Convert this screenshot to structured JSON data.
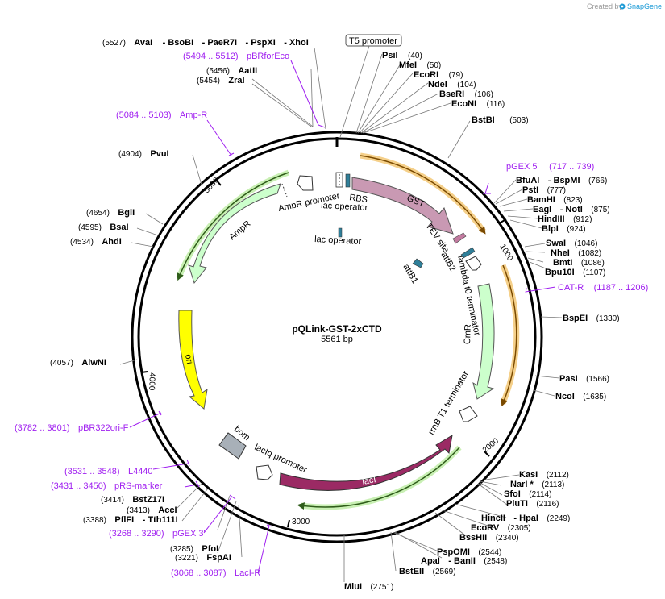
{
  "credit": {
    "prefix": "Created by",
    "brand": "SnapGene"
  },
  "plasmid": {
    "name": "pQLink-GST-2xCTD",
    "size": "5561 bp"
  },
  "ticks": [
    "1000",
    "2000",
    "3000",
    "4000",
    "5000"
  ],
  "site_labels": {
    "t1": [
      "(5527)",
      "AvaI",
      "- BsoBI",
      "- PaeR7I",
      "- PspXI",
      "- XhoI"
    ],
    "t2": [
      "(5494 .. 5512)",
      "pBRforEco"
    ],
    "t3": [
      "(5456)",
      "AatII"
    ],
    "t4": [
      "(5454)",
      "ZraI"
    ],
    "t5": [
      "(5084 .. 5103)",
      "Amp-R"
    ],
    "t6": [
      "(4904)",
      "PvuI"
    ],
    "t7": [
      "(4654)",
      "BglI"
    ],
    "t8": [
      "(4595)",
      "BsaI"
    ],
    "t9": [
      "(4534)",
      "AhdI"
    ],
    "t10": [
      "(4057)",
      "AlwNI"
    ],
    "t11": [
      "(3782 .. 3801)",
      "pBR322ori-F"
    ],
    "t12": [
      "(3531 .. 3548)",
      "L4440"
    ],
    "t13": [
      "(3431 .. 3450)",
      "pRS-marker"
    ],
    "t14": [
      "(3414)",
      "BstZ17I"
    ],
    "t15": [
      "(3413)",
      "AccI"
    ],
    "t16": [
      "(3388)",
      "PflFI",
      "- Tth111I"
    ],
    "t17": [
      "(3268 .. 3290)",
      "pGEX 3'"
    ],
    "t18": [
      "(3285)",
      "PfoI"
    ],
    "t19": [
      "(3221)",
      "FspAI"
    ],
    "t20": [
      "(3068 .. 3087)",
      "LacI-R"
    ],
    "t21": [
      "MluI",
      "(2751)"
    ],
    "t22": [
      "BstEII",
      "(2569)"
    ],
    "t23": [
      "ApaI",
      "- BanII",
      "(2548)"
    ],
    "t24": [
      "PspOMI",
      "(2544)"
    ],
    "t25": [
      "BssHII",
      "(2340)"
    ],
    "t26": [
      "EcoRV",
      "(2305)"
    ],
    "t27": [
      "HincII",
      "- HpaI",
      "(2249)"
    ],
    "t28": [
      "PluTI",
      "(2116)"
    ],
    "t29": [
      "SfoI",
      "(2114)"
    ],
    "t30": [
      "NarI *",
      "(2113)"
    ],
    "t31": [
      "KasI",
      "(2112)"
    ],
    "t32": [
      "NcoI",
      "(1635)"
    ],
    "t33": [
      "PasI",
      "(1566)"
    ],
    "t34": [
      "BspEI",
      "(1330)"
    ],
    "t35": [
      "CAT-R",
      "(1187 .. 1206)"
    ],
    "t36": [
      "Bpu10I",
      "(1107)"
    ],
    "t37": [
      "BmtI",
      "(1086)"
    ],
    "t38": [
      "NheI",
      "(1082)"
    ],
    "t39": [
      "SwaI",
      "(1046)"
    ],
    "t40": [
      "BlpI",
      "(924)"
    ],
    "t41": [
      "HindIII",
      "(912)"
    ],
    "t42": [
      "EagI",
      "- NotI",
      "(875)"
    ],
    "t43": [
      "BamHI",
      "(823)"
    ],
    "t44": [
      "PstI",
      "(777)"
    ],
    "t45": [
      "BfuAI",
      "- BspMI",
      "(766)"
    ],
    "t46": [
      "pGEX 5'",
      "(717 .. 739)"
    ],
    "t47": [
      "BstBI",
      "(503)"
    ],
    "t48": [
      "EcoNI",
      "(116)"
    ],
    "t49": [
      "BseRI",
      "(106)"
    ],
    "t50": [
      "NdeI",
      "(104)"
    ],
    "t51": [
      "EcoRI",
      "(79)"
    ],
    "t52": [
      "MfeI",
      "(50)"
    ],
    "t53": [
      "PsiI",
      "(40)"
    ],
    "t54": [
      "T5 promoter"
    ]
  },
  "features": {
    "gst": "GST",
    "rbs": "RBS",
    "lac_operator_1": "lac operator",
    "lac_operator_2": "lac operator",
    "tev_site": "TEV site",
    "attb1": "attB1",
    "attb2": "attB2",
    "lambda_t0": "lambda t0 terminator",
    "cmr": "CmR",
    "rrnb_t1": "rrnB T1 terminator",
    "laci": "lacI",
    "laciq_promoter": "lacIq promoter",
    "bom": "bom",
    "ori": "ori",
    "ampr": "AmpR",
    "ampr_promoter": "AmpR promoter"
  },
  "colors": {
    "gst": "#c999b3",
    "tev": "#c27ba0",
    "attb": "#2f7f99",
    "cmr": "#ccffcc",
    "laci": "#9b2a64",
    "ori": "#ffff00",
    "ampr": "#ccffcc",
    "bom": "#a8b0b8",
    "primer_orange": "#f5a623",
    "primer_green": "#7fd06a",
    "purple": "#a020f0"
  }
}
